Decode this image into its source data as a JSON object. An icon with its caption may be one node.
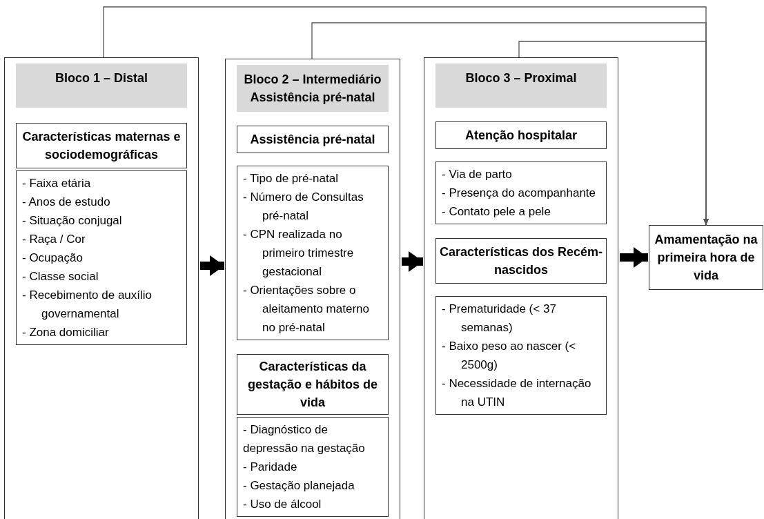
{
  "diagram": {
    "nodes": [
      {
        "text": [
          "Bloco 1 – Distal"
        ]
      },
      {
        "text": [
          "Características maternas e sociodemográficas"
        ],
        "in": 0
      },
      {
        "text": [
          "- Faixa etária",
          "- Anos de estudo",
          "- Situação conjugal",
          "- Raça / Cor",
          "- Ocupação",
          "- Classe social",
          "- Recebimento de auxílio governamental",
          "- Zona domiciliar"
        ],
        "in": 0
      },
      {
        "text": [
          "Bloco 2 – Intermediário Assistência pré-natal"
        ]
      },
      {
        "text": [
          "Assistência pré-natal"
        ],
        "in": 3
      },
      {
        "text": [
          "- Tipo de pré-natal",
          "- Número de Consultas pré-natal",
          "- CPN realizada no primeiro trimestre gestacional",
          "- Orientações sobre o aleitamento materno no pré-natal"
        ],
        "in": 3
      },
      {
        "text": [
          "Características da gestação e hábitos de vida"
        ],
        "in": 3
      },
      {
        "text": [
          "- Diagnóstico de depressão na gestação",
          "- Paridade",
          "- Gestação planejada",
          "- Uso de álcool"
        ],
        "in": 3
      },
      {
        "text": [
          "Bloco 3 – Proximal"
        ]
      },
      {
        "text": [
          "Atenção hospitalar"
        ],
        "in": 8
      },
      {
        "text": [
          "- Via de parto",
          "- Presença do acompanhante",
          "- Contato pele a pele"
        ],
        "in": 8
      },
      {
        "text": [
          "Características dos Recém-nascidos"
        ],
        "in": 8
      },
      {
        "text": [
          "- Prematuridade (< 37 semanas)",
          "- Baixo peso ao nascer (< 2500g)",
          "- Necessidade de internação na UTIN"
        ],
        "in": 8
      },
      {
        "text": [
          "Amamentação na primeira hora de vida"
        ]
      }
    ],
    "edges": [
      {
        "from": 0,
        "to": 3,
        "arrow": "to",
        "style": "thick"
      },
      {
        "from": 3,
        "to": 8,
        "arrow": "to",
        "style": "thick"
      },
      {
        "from": 8,
        "to": 13,
        "arrow": "to",
        "style": "thick"
      },
      {
        "from": 0,
        "to": 13,
        "arrow": "to"
      },
      {
        "from": 3,
        "to": 13,
        "arrow": "to"
      },
      {
        "from": 8,
        "to": 13,
        "arrow": "to"
      }
    ]
  }
}
